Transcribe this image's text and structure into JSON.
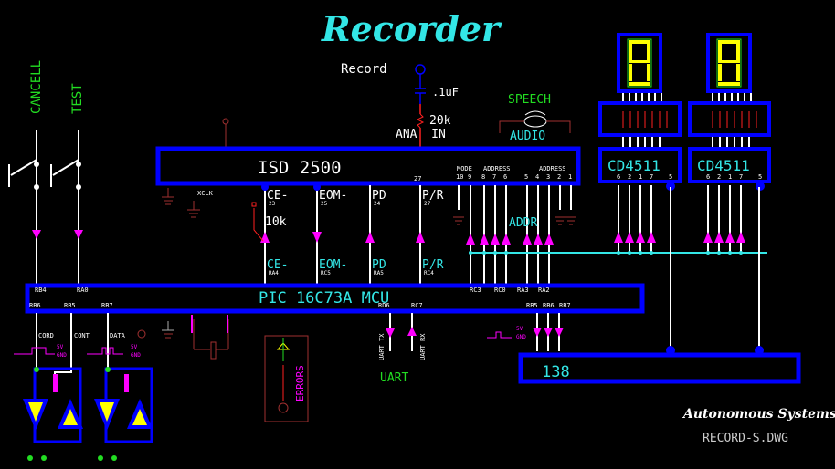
{
  "title": "Recorder",
  "footer": {
    "company": "Autonomous Systems",
    "filename": "RECORD-S.DWG"
  },
  "colors": {
    "background": "#000000",
    "chip_border": "#0000ff",
    "cyan_text": "#33e6e6",
    "green_text": "#22dd22",
    "white": "#ffffff",
    "magenta": "#ff00ff",
    "dark_red": "#a03030",
    "red": "#ff2020",
    "yellow": "#ffff00"
  },
  "switches": {
    "cancel_label": "CANCELL",
    "test_label": "TEST"
  },
  "audio_input": {
    "label": "Record",
    "capacitor": ".1uF",
    "resistor": "20k",
    "net_label": "ANA  IN"
  },
  "speaker": {
    "top_label": "SPEECH",
    "bottom_label": "AUDIO"
  },
  "isd_chip": {
    "name": "ISD 2500",
    "pin_27": "27",
    "misc_labels": [
      "XCLK"
    ],
    "pins": [
      {
        "name": "CE-",
        "num": "23"
      },
      {
        "name": "EOM-",
        "num": "25"
      },
      {
        "name": "PD",
        "num": "24"
      },
      {
        "name": "P/R",
        "num": "27"
      }
    ],
    "address_header": {
      "mode": "MODE",
      "address1": "ADDRESS",
      "address2": "ADDRESS"
    },
    "address_pins": [
      "10",
      "9",
      "8",
      "7",
      "6",
      "5",
      "4",
      "3",
      "2",
      "1"
    ],
    "resistor_label": "10k",
    "bus_label": "ADDR"
  },
  "pic_signals": [
    {
      "name": "CE-",
      "port": "RA4"
    },
    {
      "name": "EOM-",
      "port": "RC5"
    },
    {
      "name": "PD",
      "port": "RA5"
    },
    {
      "name": "P/R",
      "port": "RC4"
    }
  ],
  "pic_chip": {
    "name": "PIC 16C73A MCU",
    "top_pins": [
      "RB4",
      "RA0",
      "RC3",
      "RC0",
      "RA3",
      "RA2"
    ],
    "bottom_pins": [
      "RB6",
      "RB5",
      "RB7",
      "RD6",
      "RC7",
      "RB5",
      "RB6",
      "RB7"
    ]
  },
  "signals": {
    "cord": "CORD",
    "cont": "CONT",
    "data": "DATA",
    "v5": "5V",
    "gnd": "GND"
  },
  "uart": {
    "tx": "UART TX",
    "rx": "UART RX",
    "label": "UART"
  },
  "errors_led": {
    "label": "ERRORS"
  },
  "decoders": [
    {
      "name": "CD4511",
      "pins": [
        "6",
        "2",
        "1",
        "7",
        "5"
      ],
      "digit": "8"
    },
    {
      "name": "CD4511",
      "pins": [
        "6",
        "2",
        "1",
        "7",
        "5"
      ],
      "digit": "8"
    }
  ],
  "demux": {
    "name": "138"
  }
}
